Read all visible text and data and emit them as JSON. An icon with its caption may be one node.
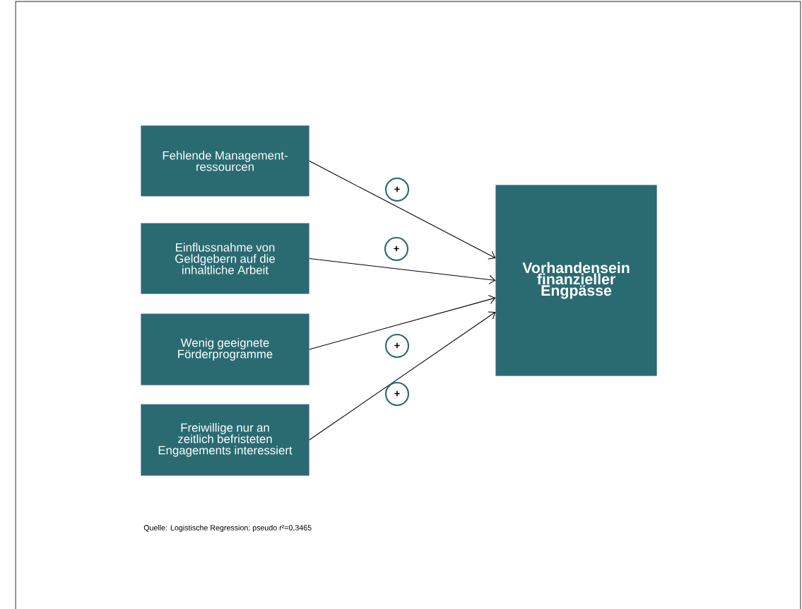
{
  "diagram": {
    "caption": "Quelle: Logistische Regression; pseudo r²=0,3465",
    "nodes": [
      {
        "text": [
          "Fehlende Management- ressourcen"
        ]
      },
      {
        "text": [
          "Einflussnahme von Geldgebern auf die inhaltliche Arbeit"
        ]
      },
      {
        "text": [
          "Wenig geeignete Förderprogramme"
        ]
      },
      {
        "text": [
          "Freiwillige nur an zeitlich befristeten Engagements interessiert"
        ]
      },
      {
        "text": [
          "Vorhandensein finanzieller Engpässe"
        ]
      }
    ],
    "edges": [
      {
        "from": 0,
        "to": 4,
        "arrow": "to",
        "label": "+"
      },
      {
        "from": 1,
        "to": 4,
        "arrow": "to",
        "label": "+"
      },
      {
        "from": 2,
        "to": 4,
        "arrow": "to",
        "label": "+"
      },
      {
        "from": 3,
        "to": 4,
        "arrow": "to",
        "label": "+"
      }
    ]
  }
}
